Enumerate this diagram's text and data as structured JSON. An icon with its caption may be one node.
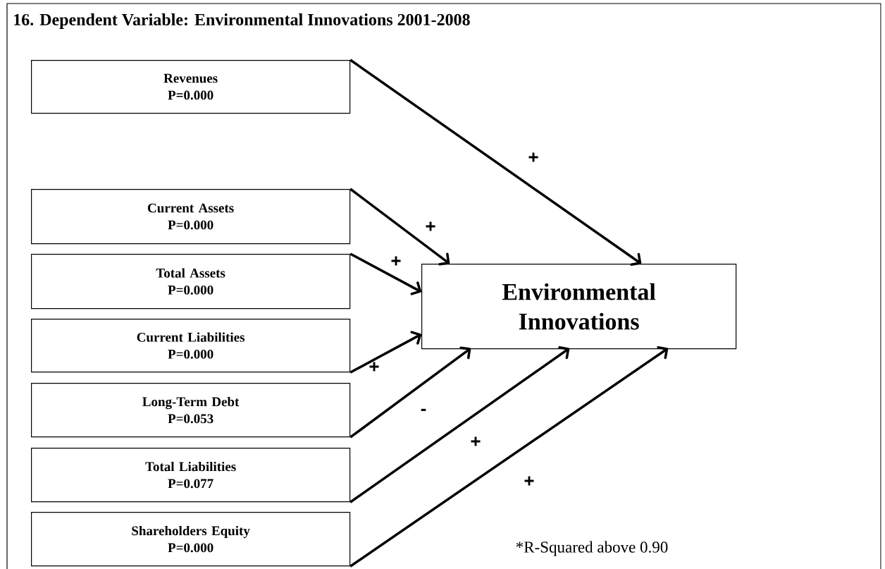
{
  "diagram": {
    "title": "16. Dependent Variable: Environmental Innovations 2001-2008",
    "nodes": [
      {
        "text": [
          "Revenues",
          "P=0.000"
        ]
      },
      {
        "text": [
          "Current Assets",
          "P=0.000"
        ]
      },
      {
        "text": [
          "Total Assets",
          "P=0.000"
        ]
      },
      {
        "text": [
          "Current Liabilities",
          "P=0.000"
        ]
      },
      {
        "text": [
          "Long-Term Debt",
          "P=0.053"
        ]
      },
      {
        "text": [
          "Total Liabilities",
          "P=0.077"
        ]
      },
      {
        "text": [
          "Shareholders Equity",
          "P=0.000"
        ]
      },
      {
        "text": [
          "Environmental Innovations"
        ]
      }
    ],
    "edges": [
      {
        "from": 0,
        "to": 7,
        "arrow": "to",
        "label": "+"
      },
      {
        "from": 1,
        "to": 7,
        "arrow": "to",
        "label": "+"
      },
      {
        "from": 2,
        "to": 7,
        "arrow": "to",
        "label": "+"
      },
      {
        "from": 3,
        "to": 7,
        "arrow": "to",
        "label": "+"
      },
      {
        "from": 4,
        "to": 7,
        "arrow": "to",
        "label": "-"
      },
      {
        "from": 5,
        "to": 7,
        "arrow": "to",
        "label": "+"
      },
      {
        "from": 6,
        "to": 7,
        "arrow": "to",
        "label": "+"
      }
    ],
    "labels": [
      "*R-Squared above 0.90"
    ]
  }
}
